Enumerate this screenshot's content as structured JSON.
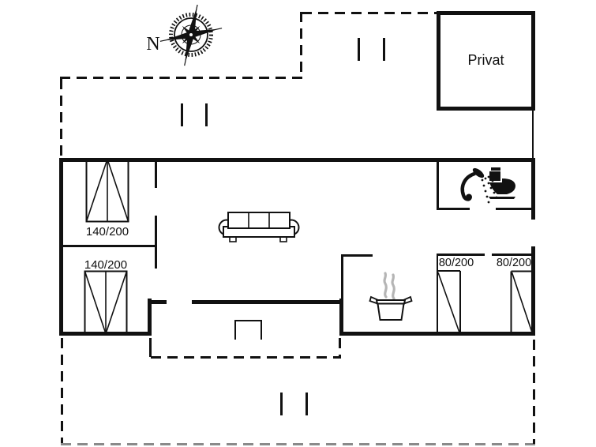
{
  "plan": {
    "compass": {
      "north_label": "N"
    },
    "rooms": {
      "private": {
        "label": "Privat"
      }
    },
    "beds": [
      {
        "id": "bed-1",
        "size": "140/200"
      },
      {
        "id": "bed-2",
        "size": "140/200"
      },
      {
        "id": "bed-3",
        "size": "80/200"
      },
      {
        "id": "bed-4",
        "size": "80/200"
      }
    ],
    "icons": [
      {
        "name": "compass-rose-icon"
      },
      {
        "name": "sofa-icon"
      },
      {
        "name": "cooking-pot-icon"
      },
      {
        "name": "shower-icon"
      },
      {
        "name": "toilet-icon"
      }
    ],
    "colors": {
      "line": "#111111",
      "steam": "#b5b5b5",
      "background": "#ffffff"
    }
  }
}
